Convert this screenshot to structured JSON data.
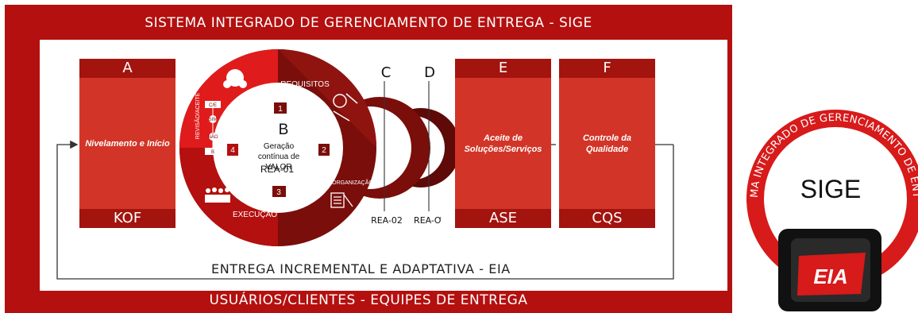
{
  "header": {
    "title": "SISTEMA INTEGRADO DE GERENCIAMENTO DE ENTREGA  - SIGE"
  },
  "footer": {
    "title": "USUÁRIOS/CLIENTES - EQUIPES DE ENTREGA"
  },
  "loop_label": "ENTREGA INCREMENTAL E ADAPTATIVA  - EIA",
  "boxes": {
    "a": {
      "letter": "A",
      "body": "Nivelamento e Início",
      "code": "KOF"
    },
    "e": {
      "letter": "E",
      "body": "Aceite de Soluções/Serviços",
      "code": "ASE"
    },
    "f": {
      "letter": "F",
      "body": "Controle da Qualidade",
      "code": "CQS"
    }
  },
  "cycle": {
    "letter": "B",
    "center_text": "Geração contínua de VALOR",
    "center_code": "REA-01",
    "phases": {
      "requisitos": "REQUISITOS",
      "organizacao": "ORGANIZAÇÃO",
      "execucao": "EXECUÇÃO",
      "revisao": "REVISÃO/ACEITE"
    },
    "steps": [
      "1",
      "2",
      "3",
      "4"
    ],
    "review_items": [
      "C/E",
      "SIM",
      "NÃO",
      "B"
    ]
  },
  "increments": {
    "c": {
      "letter": "C",
      "code": "REA-02"
    },
    "d": {
      "letter": "D",
      "code": "REA-Ơ"
    }
  },
  "badge": {
    "arc_text": "SISTEMA INTEGRADO DE GERENCIAMENTO DE ENTREGA",
    "title": "SIGE",
    "logo_text": "EIA"
  },
  "colors": {
    "frame_red": "#b3100f",
    "box_red": "#d23527",
    "dark_red": "#7a0e0b",
    "maroon": "#5e0a08",
    "accent_red": "#e01b1b"
  }
}
